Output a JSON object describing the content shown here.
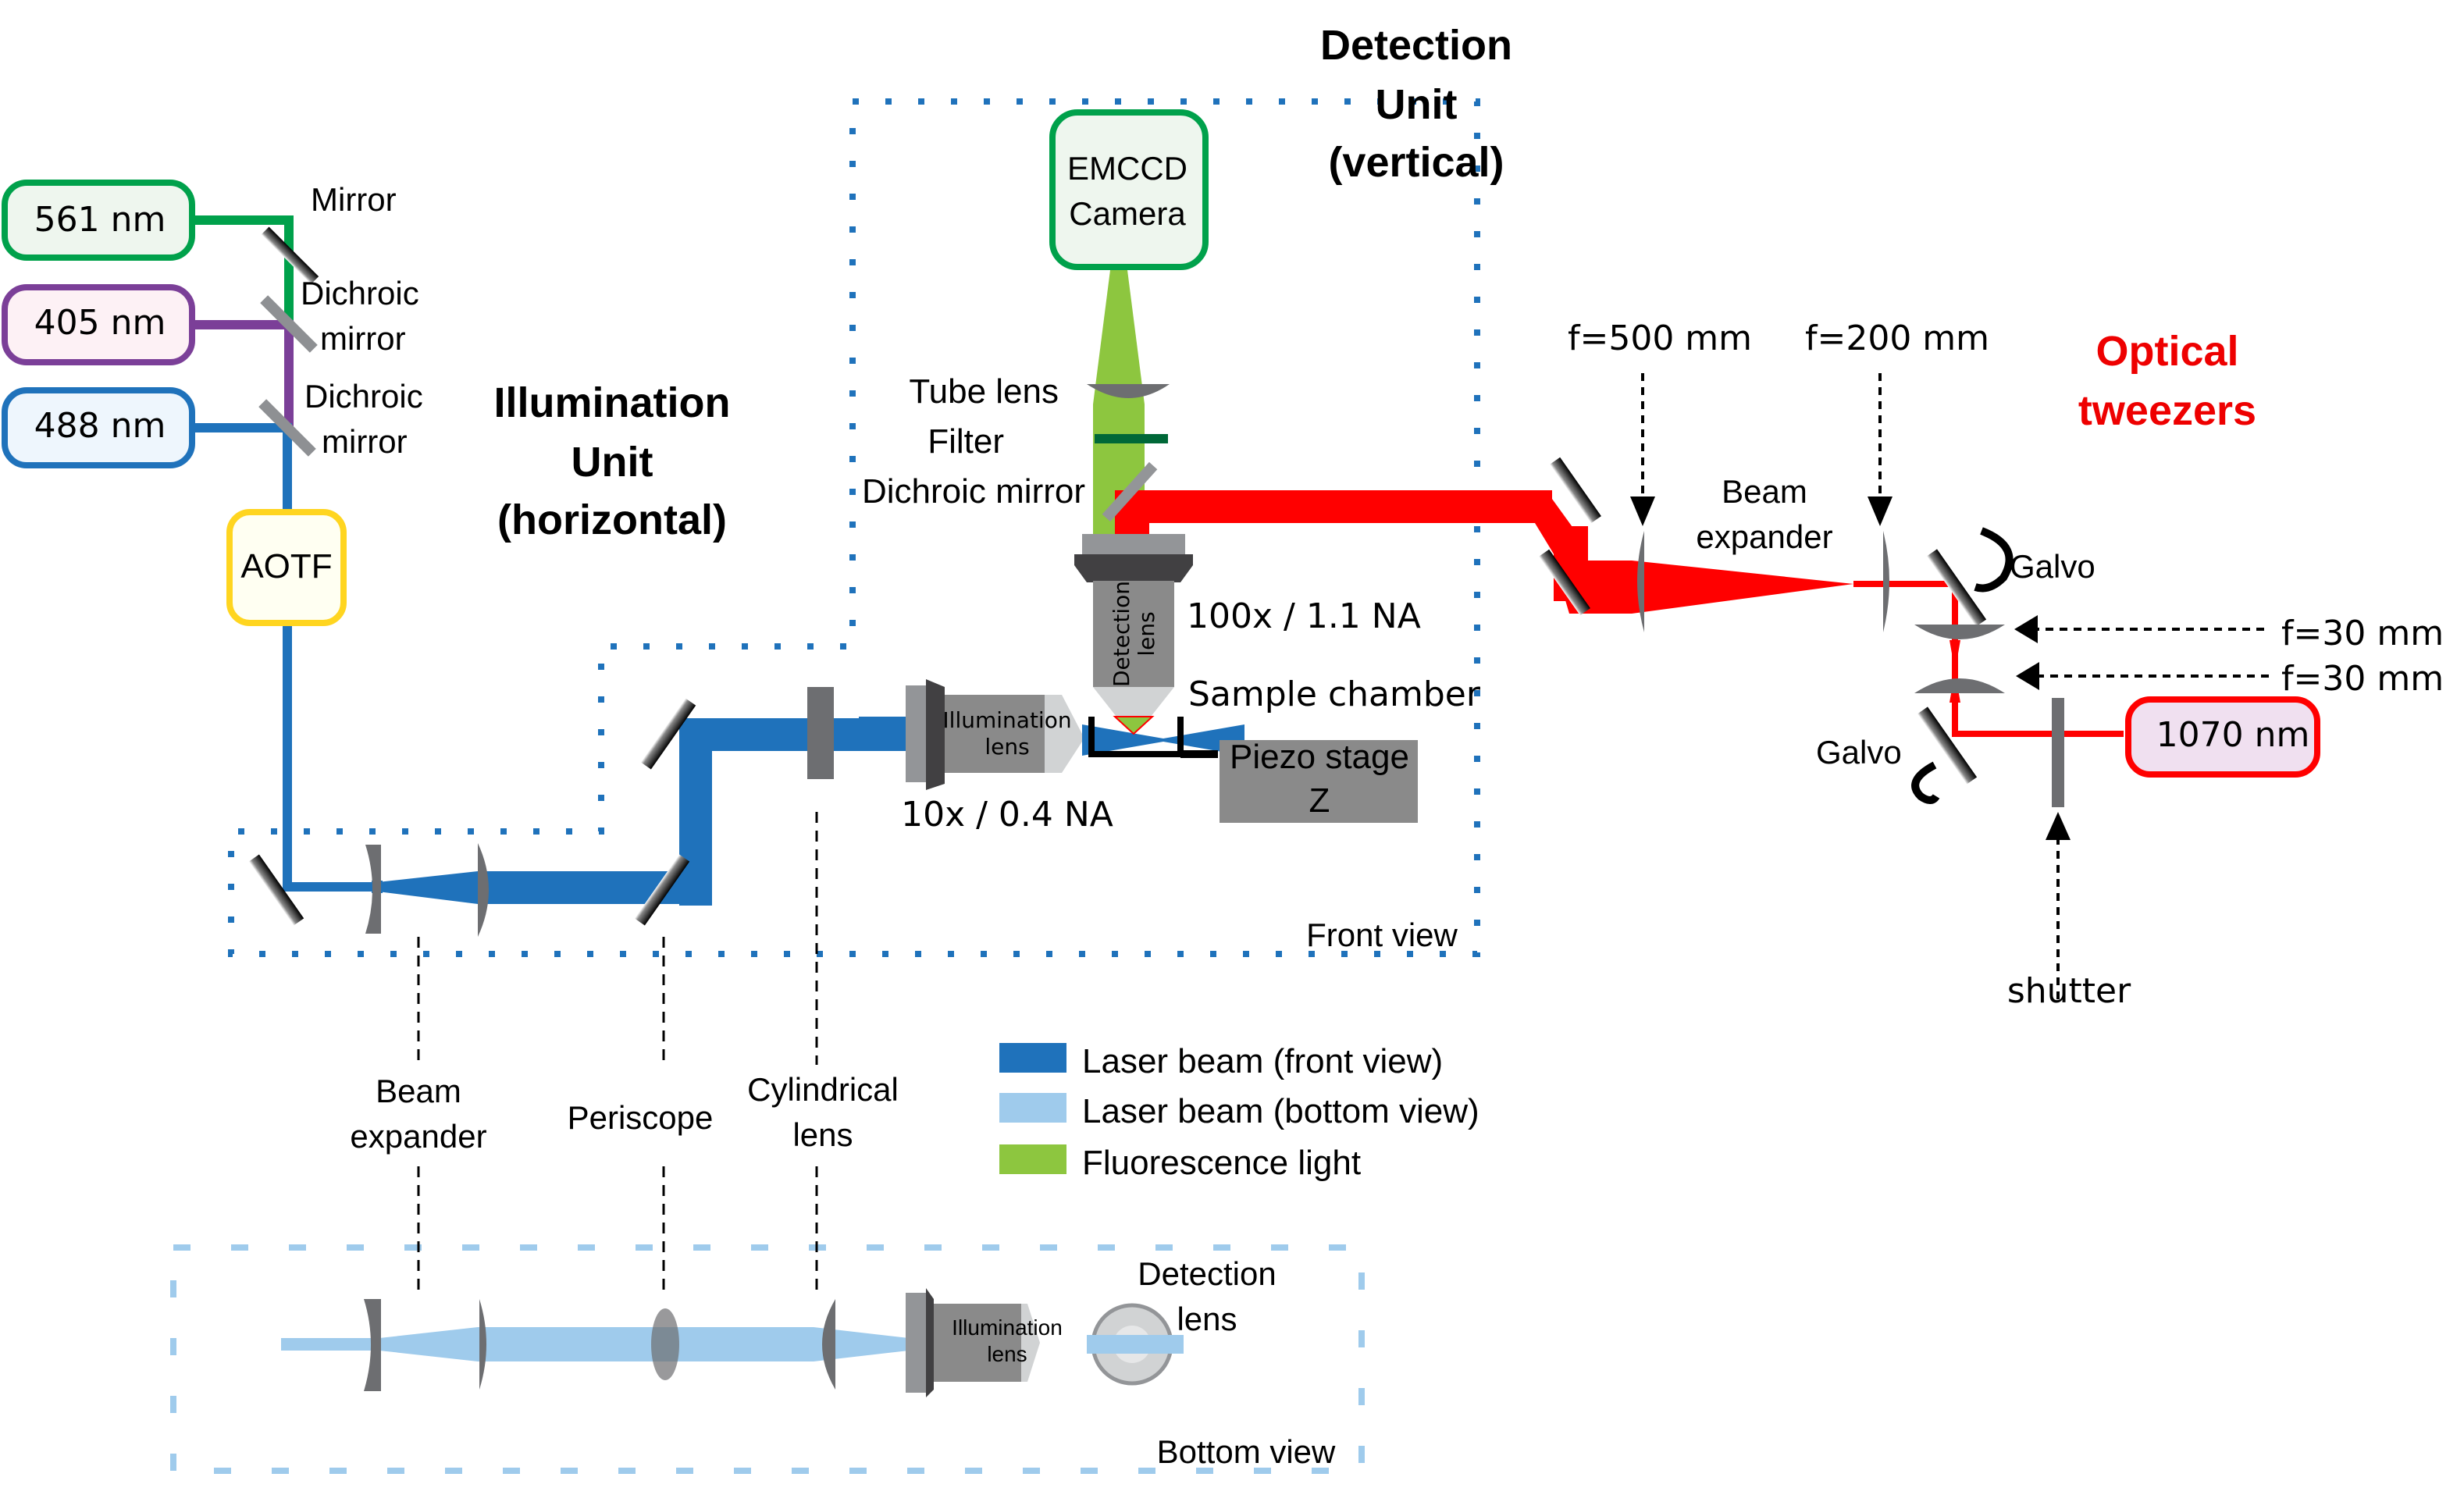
{
  "lasers": [
    {
      "label": "561 nm",
      "color": "#00a14b",
      "fill": "#eef6ee"
    },
    {
      "label": "405 nm",
      "color": "#7b3f98",
      "fill": "#fdf1f5"
    },
    {
      "label": "488 nm",
      "color": "#1f72bb",
      "fill": "#eef6fd"
    }
  ],
  "ir_laser": {
    "label": "1070 nm",
    "color": "#ff0000",
    "fill": "#f0e0f0"
  },
  "components": {
    "mirror": "Mirror",
    "dichroic_1": [
      "Dichroic",
      "mirror"
    ],
    "dichroic_2": [
      "Dichroic",
      "mirror"
    ],
    "aotf": "AOTF",
    "camera": [
      "EMCCD",
      "Camera"
    ],
    "tube_lens": "Tube lens",
    "filter": "Filter",
    "dichroic_det": "Dichroic mirror",
    "detection_lens": [
      "Detection",
      "lens"
    ],
    "detection_na": "100x / 1.1 NA",
    "sample_chamber": "Sample chamber",
    "illumination_lens": [
      "Illumination",
      "lens"
    ],
    "illumination_na": "10x / 0.4 NA",
    "piezo": [
      "Piezo stage",
      "Z"
    ],
    "ot_beam_expander": [
      "Beam",
      "expander"
    ],
    "f500": "f=500 mm",
    "f200": "f=200 mm",
    "f30_a": "f=30 mm",
    "f30_b": "f=30 mm",
    "galvo_top": "Galvo",
    "galvo_bottom": "Galvo",
    "shutter": "shutter"
  },
  "units": {
    "illumination": [
      "Illumination",
      "Unit",
      "(horizontal)"
    ],
    "detection": [
      "Detection",
      "Unit",
      "(vertical)"
    ],
    "optical_tweezers": [
      "Optical",
      "tweezers"
    ]
  },
  "callouts": {
    "beam_expander": [
      "Beam",
      "expander"
    ],
    "periscope": "Periscope",
    "cylindrical_lens": [
      "Cylindrical",
      "lens"
    ]
  },
  "views": {
    "front": "Front view",
    "bottom": "Bottom view",
    "bottom_detection_lens": [
      "Detection",
      "lens"
    ],
    "bottom_illumination_lens": [
      "Illumination",
      "lens"
    ]
  },
  "legend": [
    {
      "label": "Laser beam (front view)",
      "color": "#1f72bb"
    },
    {
      "label": "Laser beam (bottom view)",
      "color": "#9fcbec"
    },
    {
      "label": "Fluorescence light",
      "color": "#8dc63f"
    }
  ],
  "colors": {
    "beam_front": "#1f72bb",
    "beam_bottom": "#9fcbec",
    "fluorescence": "#8dc63f",
    "ir_beam": "#ff0000",
    "aotf_border": "#ffd520",
    "camera_border": "#00a14b",
    "title_red": "#ee0000"
  }
}
